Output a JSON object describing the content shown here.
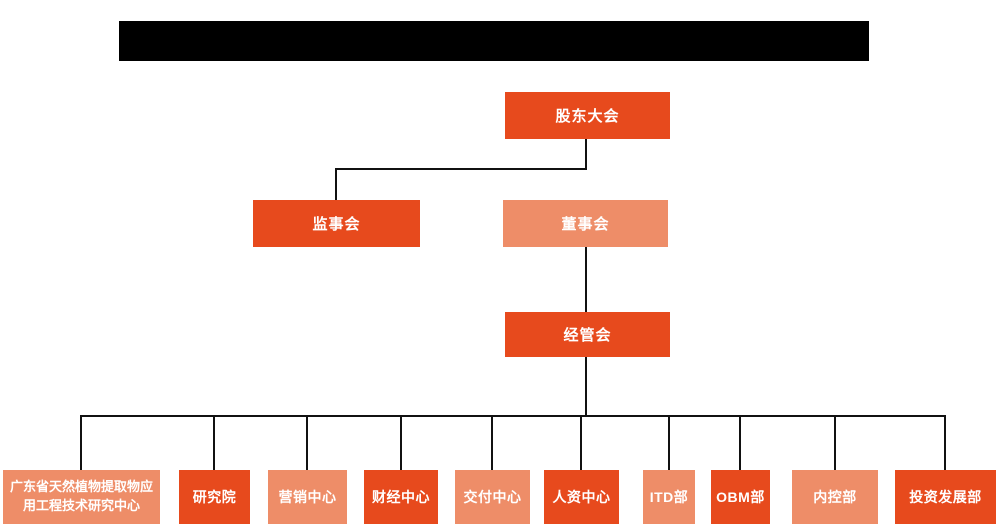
{
  "header": {
    "redacted_title": ""
  },
  "org": {
    "top_node": {
      "label": "股东大会",
      "variant": "dark"
    },
    "level2": [
      {
        "label": "监事会",
        "variant": "dark"
      },
      {
        "label": "董事会",
        "variant": "light"
      }
    ],
    "level3": {
      "label": "经管会",
      "variant": "dark"
    },
    "departments": [
      {
        "label": "广东省天然植物提取物应用工程技术研究中心",
        "variant": "light"
      },
      {
        "label": "研究院",
        "variant": "dark"
      },
      {
        "label": "营销中心",
        "variant": "light"
      },
      {
        "label": "财经中心",
        "variant": "dark"
      },
      {
        "label": "交付中心",
        "variant": "light"
      },
      {
        "label": "人资中心",
        "variant": "dark"
      },
      {
        "label": "ITD部",
        "variant": "light"
      },
      {
        "label": "OBM部",
        "variant": "dark"
      },
      {
        "label": "内控部",
        "variant": "light"
      },
      {
        "label": "投资发展部",
        "variant": "dark"
      }
    ]
  },
  "colors": {
    "dark_orange": "#E74A1D",
    "light_orange": "#EE8D68",
    "line": "#111111",
    "redaction": "#000000",
    "text": "#FFFFFF",
    "background": "#FFFFFF"
  }
}
